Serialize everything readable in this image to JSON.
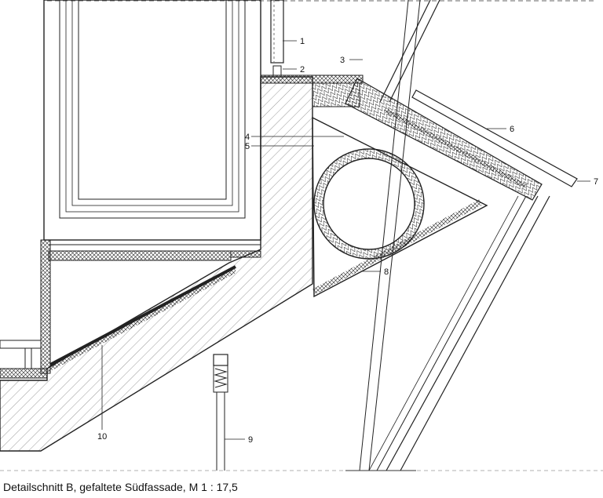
{
  "caption": "Detailschnitt B, gefaltete Südfassade, M 1 : 17,5",
  "callouts": [
    "1",
    "2",
    "3",
    "4",
    "5",
    "6",
    "7",
    "8",
    "9",
    "10"
  ]
}
